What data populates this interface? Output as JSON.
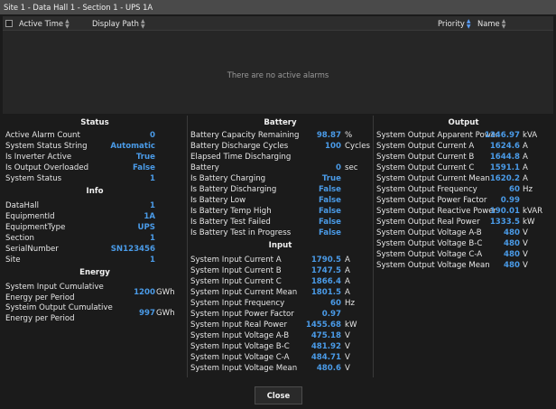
{
  "window": {
    "title": "Site 1 - Data Hall 1 - Section 1 - UPS 1A"
  },
  "alarms": {
    "columns": {
      "active_time": "Active Time",
      "display_path": "Display Path",
      "priority": "Priority",
      "name": "Name"
    },
    "empty_message": "There are no active alarms"
  },
  "status": {
    "title": "Status",
    "rows": [
      {
        "label": "Active Alarm Count",
        "value": "0"
      },
      {
        "label": "System Status String",
        "value": "Automatic"
      },
      {
        "label": "Is Inverter Active",
        "value": "True"
      },
      {
        "label": "Is Output Overloaded",
        "value": "False"
      },
      {
        "label": "System Status",
        "value": "1"
      }
    ]
  },
  "info": {
    "title": "Info",
    "rows": [
      {
        "label": "DataHall",
        "value": "1"
      },
      {
        "label": "EquipmentId",
        "value": "1A"
      },
      {
        "label": "EquipmentType",
        "value": "UPS"
      },
      {
        "label": "Section",
        "value": "1"
      },
      {
        "label": "SerialNumber",
        "value": "SN123456"
      },
      {
        "label": "Site",
        "value": "1"
      }
    ]
  },
  "energy": {
    "title": "Energy",
    "rows": [
      {
        "label1": "System Input Cumulative",
        "label2": "Energy per Period",
        "value": "1200",
        "unit": "GWh"
      },
      {
        "label1": "Systeim Output Cumulative",
        "label2": "Energy per Period",
        "value": "997",
        "unit": "GWh"
      }
    ]
  },
  "battery": {
    "title": "Battery",
    "rows": [
      {
        "label": "Battery Capacity Remaining",
        "value": "98.87",
        "unit": "%"
      },
      {
        "label": "Battery Discharge Cycles",
        "value": "100",
        "unit": "Cycles"
      },
      {
        "label": "Elapsed Time Discharging",
        "value": "",
        "unit": ""
      },
      {
        "label": "Battery",
        "value": "0",
        "unit": "sec"
      },
      {
        "label": "Is Battery Charging",
        "value": "True",
        "unit": ""
      },
      {
        "label": "Is Battery Discharging",
        "value": "False",
        "unit": ""
      },
      {
        "label": "Is Battery Low",
        "value": "False",
        "unit": ""
      },
      {
        "label": "Is Battery Temp High",
        "value": "False",
        "unit": ""
      },
      {
        "label": "Is Battery Test Failed",
        "value": "False",
        "unit": ""
      },
      {
        "label": "Is Battery Test in Progress",
        "value": "False",
        "unit": ""
      }
    ]
  },
  "input": {
    "title": "Input",
    "rows": [
      {
        "label": "System Input Current A",
        "value": "1790.5",
        "unit": "A"
      },
      {
        "label": "System Input Current B",
        "value": "1747.5",
        "unit": "A"
      },
      {
        "label": "System Input Current C",
        "value": "1866.4",
        "unit": "A"
      },
      {
        "label": "System Input Current Mean",
        "value": "1801.5",
        "unit": "A"
      },
      {
        "label": "System Input Frequency",
        "value": "60",
        "unit": "Hz"
      },
      {
        "label": "System Input Power Factor",
        "value": "0.97",
        "unit": ""
      },
      {
        "label": "System Input Real Power",
        "value": "1455.68",
        "unit": "kW"
      },
      {
        "label": "System Input Voltage A-B",
        "value": "475.18",
        "unit": "V"
      },
      {
        "label": "System Input Voltage B-C",
        "value": "481.92",
        "unit": "V"
      },
      {
        "label": "System Input Voltage C-A",
        "value": "484.71",
        "unit": "V"
      },
      {
        "label": "System Input Voltage Mean",
        "value": "480.6",
        "unit": "V"
      }
    ]
  },
  "output": {
    "title": "Output",
    "rows": [
      {
        "label": "System Output Apparent Power",
        "value": "1346.97",
        "unit": "kVA"
      },
      {
        "label": "System Output Current A",
        "value": "1624.6",
        "unit": "A"
      },
      {
        "label": "System Output Current B",
        "value": "1644.8",
        "unit": "A"
      },
      {
        "label": "System Output Current C",
        "value": "1591.1",
        "unit": "A"
      },
      {
        "label": "System Output Current Mean",
        "value": "1620.2",
        "unit": "A"
      },
      {
        "label": "System Output Frequency",
        "value": "60",
        "unit": "Hz"
      },
      {
        "label": "System Output Power Factor",
        "value": "0.99",
        "unit": ""
      },
      {
        "label": "System Output Reactive Power",
        "value": "190.01",
        "unit": "kVAR"
      },
      {
        "label": "System Output Real Power",
        "value": "1333.5",
        "unit": "kW"
      },
      {
        "label": "System Output Voltage A-B",
        "value": "480",
        "unit": "V"
      },
      {
        "label": "System Output Voltage B-C",
        "value": "480",
        "unit": "V"
      },
      {
        "label": "System Output Voltage C-A",
        "value": "480",
        "unit": "V"
      },
      {
        "label": "System Output Voltage Mean",
        "value": "480",
        "unit": "V"
      }
    ]
  },
  "footer": {
    "close_label": "Close"
  }
}
